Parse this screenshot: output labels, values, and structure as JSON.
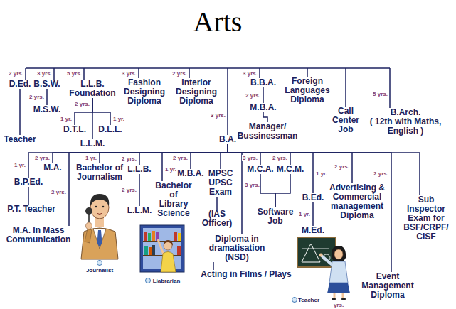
{
  "diagram": {
    "title": "Arts",
    "nodes": [
      {
        "text": [
          "D.Ed."
        ]
      },
      {
        "text": [
          "B.S.W."
        ]
      },
      {
        "text": [
          "L.L.B. Foundation"
        ]
      },
      {
        "text": [
          "Fashion Designing Diploma"
        ]
      },
      {
        "text": [
          "Interior Designing Diploma"
        ]
      },
      {
        "text": [
          "B.B.A."
        ]
      },
      {
        "text": [
          "Foreign Languages Diploma"
        ]
      },
      {
        "text": [
          "B.Arch.",
          "( 12th with Maths, English )"
        ]
      },
      {
        "text": [
          "M.S.W."
        ]
      },
      {
        "text": [
          "D.T.L."
        ]
      },
      {
        "text": [
          "D.L.L."
        ]
      },
      {
        "text": [
          "M.B.A."
        ]
      },
      {
        "text": [
          "Call Center Job"
        ]
      },
      {
        "text": [
          "L.L.M."
        ]
      },
      {
        "text": [
          "Manager/ Bussinessman"
        ]
      },
      {
        "text": [
          "Teacher"
        ]
      },
      {
        "text": [
          "B.A."
        ]
      },
      {
        "text": [
          "B.P.Ed."
        ]
      },
      {
        "text": [
          "M.A."
        ]
      },
      {
        "text": [
          "Bachelor of Journalism"
        ]
      },
      {
        "text": [
          "L.L.B."
        ]
      },
      {
        "text": [
          "M.B.A."
        ]
      },
      {
        "text": [
          "M.C.A."
        ]
      },
      {
        "text": [
          "M.C.M."
        ]
      },
      {
        "text": [
          "MPSC UPSC Exam"
        ]
      },
      {
        "text": [
          "Bachelor of Library Science"
        ]
      },
      {
        "text": [
          "Advertising & Commercial management Diploma"
        ]
      },
      {
        "text": [
          "B.Ed."
        ]
      },
      {
        "text": [
          "P.T. Teacher"
        ]
      },
      {
        "text": [
          "L.L.M."
        ]
      },
      {
        "text": [
          "Software Job"
        ]
      },
      {
        "text": [
          "Sub Inspector Exam for BSF/CRPF/ CISF"
        ]
      },
      {
        "text": [
          "(IAS Officer)"
        ]
      },
      {
        "text": [
          "M.A. In Mass Communication"
        ]
      },
      {
        "text": [
          "M.Ed."
        ]
      },
      {
        "text": [
          "Diploma in dramatisation (NSD)"
        ]
      },
      {
        "text": [
          "Acting in Films / Plays"
        ]
      },
      {
        "text": [
          "Event Management Diploma"
        ]
      }
    ],
    "edges": [
      {
        "from": 0,
        "to": 15,
        "arrow": "none"
      },
      {
        "from": 1,
        "to": 8,
        "label": "2 yrs.",
        "arrow": "none"
      },
      {
        "from": 2,
        "to": 9,
        "label": "1 yr.",
        "arrow": "none"
      },
      {
        "from": 2,
        "to": 10,
        "label": "1 yr.",
        "arrow": "none"
      },
      {
        "from": 2,
        "to": 13,
        "label": "2 yrs.",
        "arrow": "none"
      },
      {
        "from": 5,
        "to": 11,
        "label": "2 yrs.",
        "arrow": "none"
      },
      {
        "from": 11,
        "to": 14,
        "arrow": "none"
      },
      {
        "from": 16,
        "to": 17,
        "label": "1 yr.",
        "arrow": "none"
      },
      {
        "from": 16,
        "to": 18,
        "label": "2 yrs.",
        "arrow": "none"
      },
      {
        "from": 16,
        "to": 33,
        "label": "2 yrs.",
        "arrow": "none"
      },
      {
        "from": 16,
        "to": 19,
        "label": "1 yr.",
        "arrow": "none"
      },
      {
        "from": 16,
        "to": 20,
        "label": "2 yrs.",
        "arrow": "none"
      },
      {
        "from": 16,
        "to": 25,
        "label": "1 yr.",
        "arrow": "none"
      },
      {
        "from": 16,
        "to": 21,
        "label": "2 yrs.",
        "arrow": "none"
      },
      {
        "from": 16,
        "to": 24,
        "arrow": "none"
      },
      {
        "from": 16,
        "to": 35,
        "label": "3 yrs.",
        "arrow": "none"
      },
      {
        "from": 16,
        "to": 22,
        "label": "3 yrs.",
        "arrow": "none"
      },
      {
        "from": 16,
        "to": 23,
        "label": "2 yrs.",
        "arrow": "none"
      },
      {
        "from": 16,
        "to": 27,
        "label": "1 yr.",
        "arrow": "none"
      },
      {
        "from": 16,
        "to": 26,
        "label": "2 yrs.",
        "arrow": "none"
      },
      {
        "from": 16,
        "to": 37,
        "label": "2 yrs.",
        "arrow": "none"
      },
      {
        "from": 16,
        "to": 31,
        "arrow": "none"
      },
      {
        "from": 17,
        "to": 28,
        "arrow": "none"
      },
      {
        "from": 20,
        "to": 29,
        "label": "2 yrs.",
        "arrow": "none"
      },
      {
        "from": 24,
        "to": 32,
        "arrow": "none"
      },
      {
        "from": 35,
        "to": 36,
        "arrow": "none"
      },
      {
        "from": 22,
        "to": 30,
        "arrow": "none"
      },
      {
        "from": 23,
        "to": 30,
        "arrow": "none"
      },
      {
        "from": 27,
        "to": 34,
        "label": "1 yr.",
        "arrow": "none"
      }
    ],
    "labels": [
      "2 yrs.",
      "3 yrs.",
      "5 yrs.",
      "3 yrs.",
      "2 yrs.",
      "3 yrs.",
      "3 yrs.",
      "5 yrs.",
      "Journalist",
      "Liabrarian",
      "Teacher",
      "yrs."
    ]
  }
}
